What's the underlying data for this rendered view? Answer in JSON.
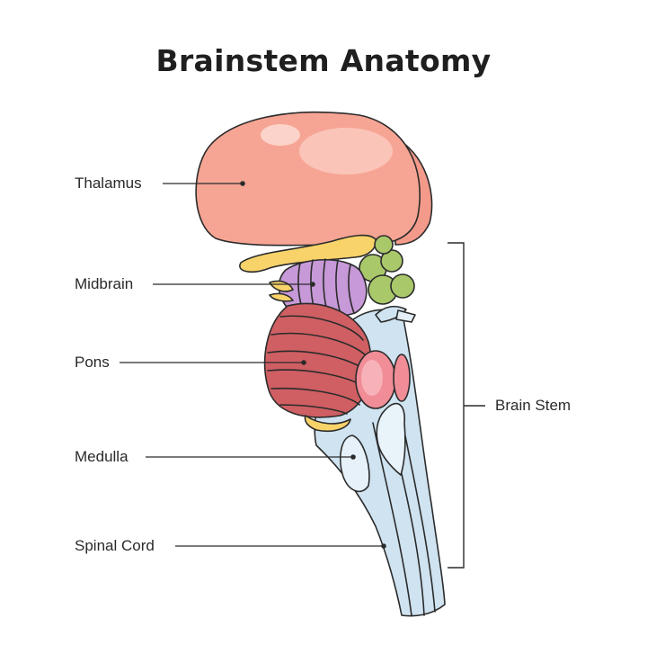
{
  "title": "Brainstem Anatomy",
  "labels": {
    "thalamus": "Thalamus",
    "midbrain": "Midbrain",
    "pons": "Pons",
    "medulla": "Medulla",
    "spinal_cord": "Spinal Cord",
    "brain_stem": "Brain Stem"
  },
  "colors": {
    "thalamus": "#f6a594",
    "midbrain": "#c799d8",
    "pons": "#cf5f63",
    "cerebellar_peduncle": "#f08d97",
    "colliculi": "#a9c86a",
    "medulla": "#cfe3f1",
    "optic_tract": "#f8d36a",
    "outline": "#2b2b2b"
  }
}
